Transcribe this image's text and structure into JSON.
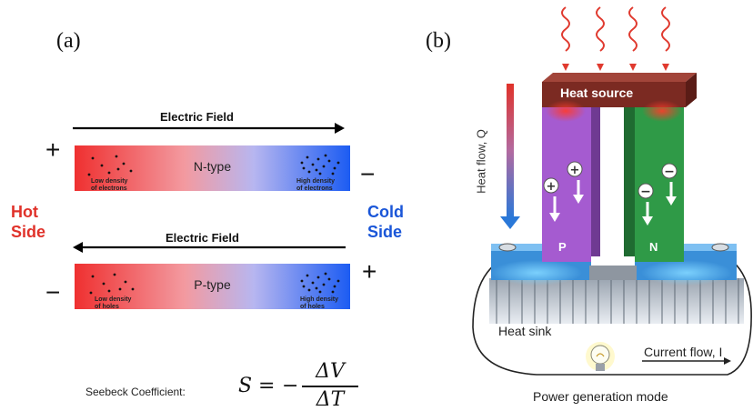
{
  "panel_a": {
    "label": "(a)",
    "top_field_label": "Electric Field",
    "bottom_field_label": "Electric Field",
    "n_bar": {
      "label": "N-type",
      "left_note_1": "Low density",
      "left_note_2": "of electrons",
      "right_note_1": "High density",
      "right_note_2": "of electrons"
    },
    "p_bar": {
      "label": "P-type",
      "left_note_1": "Low density",
      "left_note_2": "of holes",
      "right_note_1": "High density",
      "right_note_2": "of holes"
    },
    "hot_side_1": "Hot",
    "hot_side_2": "Side",
    "cold_side_1": "Cold",
    "cold_side_2": "Side",
    "plus_sign": "+",
    "minus_sign": "−",
    "seebeck_label": "Seebeck Coefficient:",
    "formula": {
      "lhs": "S",
      "eq": "=",
      "minus": "−",
      "numerator": "ΔV",
      "denominator": "ΔT"
    },
    "colors": {
      "hot": "#ef3030",
      "cold": "#1c5cf2",
      "hot_text": "#e0322a",
      "cold_text": "#1a56d8"
    }
  },
  "panel_b": {
    "label": "(b)",
    "heat_source": "Heat source",
    "heat_flow_label": "Heat flow, Q",
    "p_leg": "P",
    "n_leg": "N",
    "heat_sink": "Heat sink",
    "current_flow": "Current flow, I",
    "mode": "Power generation mode",
    "colors": {
      "heat_source": "#7b2a22",
      "p_leg": "#a55bd0",
      "n_leg": "#2f9a47",
      "substrate": "#3a8fd8",
      "wave": "#e03a2f"
    }
  }
}
